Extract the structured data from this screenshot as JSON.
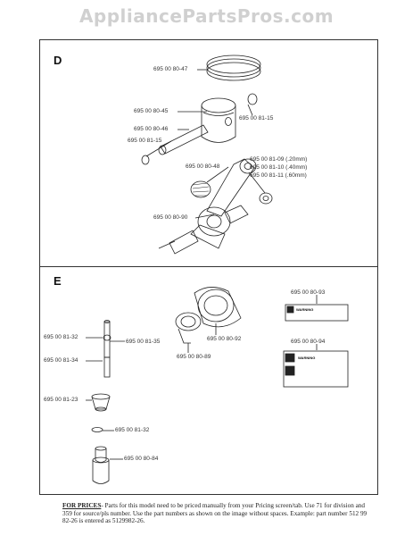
{
  "watermark": "AppliancePartsPros.com",
  "section_d": {
    "letter": "D",
    "labels": {
      "ring": "695 00 80-47",
      "piston": "695 00 80-45",
      "piston_clip_right": "695 00 81-15",
      "piston_pin": "695 00 80-46",
      "piston_clip_left": "695 00 81-15",
      "shim_a": "695 00 81-09 (.20mm)",
      "shim_b": "695 00 81-10 (.40mm)",
      "shim_c": "695 00 81-11 (.60mm)",
      "needle_bearing": "695 00 80-48",
      "crankshaft": "695 00 80-90"
    }
  },
  "section_e": {
    "letter": "E",
    "labels": {
      "oring_top": "695 00 81-32",
      "rod": "695 00 81-35",
      "rod_lower": "695 00 81-34",
      "valve_seat": "695 00 81-23",
      "oring_bottom": "695 00 81-32",
      "filter": "695 00 80-84",
      "air_filter_cover": "695 00 80-92",
      "primer_cap": "695 00 80-89",
      "decal_small": "695 00 80-93",
      "decal_large": "695 00 80-94"
    },
    "decal_small_title": "WARNING",
    "decal_large_title": "WARNING"
  },
  "footnote": {
    "lead": "FOR PRICES",
    "body": "- Parts for this model need to be priced manually from your Pricing screen/tab. Use 71 for division and 359 for source/pls number.  Use the part numbers as shown on the image without spaces.  Example: part number 512 99 82-26 is entered as 5129982-26."
  }
}
